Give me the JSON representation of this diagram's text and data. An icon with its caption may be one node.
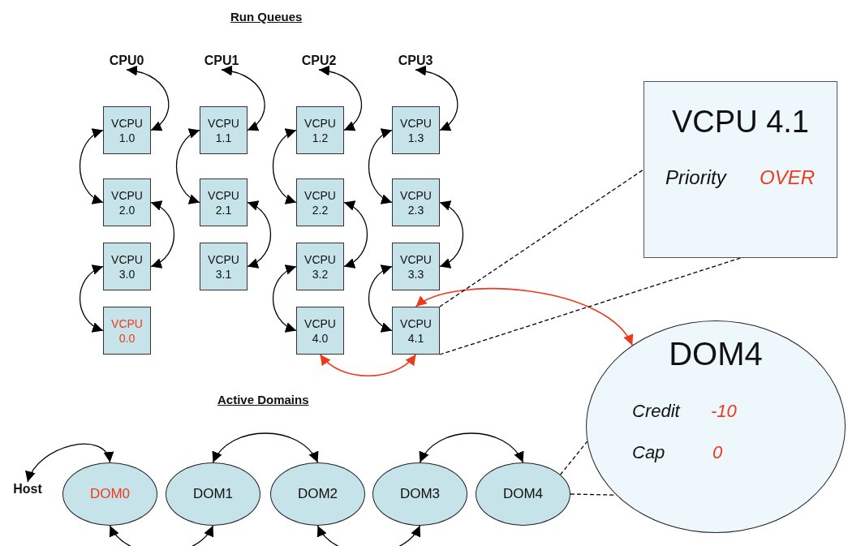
{
  "diagram": {
    "nodes": [
      {
        "text": [
          "CPU0"
        ]
      },
      {
        "text": [
          "CPU1"
        ]
      },
      {
        "text": [
          "CPU2"
        ]
      },
      {
        "text": [
          "CPU3"
        ]
      },
      {
        "text": [
          "VCPU 1.0"
        ]
      },
      {
        "text": [
          "VCPU 2.0"
        ]
      },
      {
        "text": [
          "VCPU 3.0"
        ]
      },
      {
        "text": [
          "VCPU 0.0"
        ]
      },
      {
        "text": [
          "VCPU 1.1"
        ]
      },
      {
        "text": [
          "VCPU 2.1"
        ]
      },
      {
        "text": [
          "VCPU 3.1"
        ]
      },
      {
        "text": [
          "VCPU 1.2"
        ]
      },
      {
        "text": [
          "VCPU 2.2"
        ]
      },
      {
        "text": [
          "VCPU 3.2"
        ]
      },
      {
        "text": [
          "VCPU 4.0"
        ]
      },
      {
        "text": [
          "VCPU 1.3"
        ]
      },
      {
        "text": [
          "VCPU 2.3"
        ]
      },
      {
        "text": [
          "VCPU 3.3"
        ]
      },
      {
        "text": [
          "VCPU 4.1"
        ]
      },
      {
        "text": [
          "VCPU 4.1",
          "Priority",
          "OVER"
        ]
      },
      {
        "text": [
          "Host"
        ]
      },
      {
        "text": [
          "DOM0"
        ]
      },
      {
        "text": [
          "DOM1"
        ]
      },
      {
        "text": [
          "DOM2"
        ]
      },
      {
        "text": [
          "DOM3"
        ]
      },
      {
        "text": [
          "DOM4"
        ]
      },
      {
        "text": [
          "DOM4",
          "Credit",
          "-10",
          "Cap",
          "0"
        ]
      }
    ],
    "edges": [
      {
        "from": 0,
        "to": 4,
        "arrow": "both"
      },
      {
        "from": 4,
        "to": 5,
        "arrow": "both"
      },
      {
        "from": 5,
        "to": 6,
        "arrow": "both"
      },
      {
        "from": 6,
        "to": 7,
        "arrow": "both"
      },
      {
        "from": 1,
        "to": 8,
        "arrow": "both"
      },
      {
        "from": 8,
        "to": 9,
        "arrow": "both"
      },
      {
        "from": 9,
        "to": 10,
        "arrow": "both"
      },
      {
        "from": 2,
        "to": 11,
        "arrow": "both"
      },
      {
        "from": 11,
        "to": 12,
        "arrow": "both"
      },
      {
        "from": 12,
        "to": 13,
        "arrow": "both"
      },
      {
        "from": 13,
        "to": 14,
        "arrow": "both"
      },
      {
        "from": 3,
        "to": 15,
        "arrow": "both"
      },
      {
        "from": 15,
        "to": 16,
        "arrow": "both"
      },
      {
        "from": 16,
        "to": 17,
        "arrow": "both"
      },
      {
        "from": 17,
        "to": 18,
        "arrow": "both"
      },
      {
        "from": 14,
        "to": 18,
        "arrow": "both",
        "color": "#ee3a1c"
      },
      {
        "from": 18,
        "to": 26,
        "arrow": "both",
        "color": "#ee3a1c"
      },
      {
        "from": 18,
        "to": 19,
        "arrow": "none",
        "style": "dashed"
      },
      {
        "from": 18,
        "to": 19,
        "arrow": "none",
        "style": "dashed"
      },
      {
        "from": 20,
        "to": 21,
        "arrow": "both"
      },
      {
        "from": 22,
        "to": 23,
        "arrow": "both"
      },
      {
        "from": 24,
        "to": 25,
        "arrow": "both"
      },
      {
        "from": 21,
        "to": 22,
        "arrow": "both"
      },
      {
        "from": 23,
        "to": 24,
        "arrow": "both"
      },
      {
        "from": 25,
        "to": 26,
        "arrow": "none",
        "style": "dashed"
      },
      {
        "from": 25,
        "to": 26,
        "arrow": "none",
        "style": "dashed"
      }
    ],
    "labels": [
      "Run Queues",
      "Active Domains"
    ]
  }
}
